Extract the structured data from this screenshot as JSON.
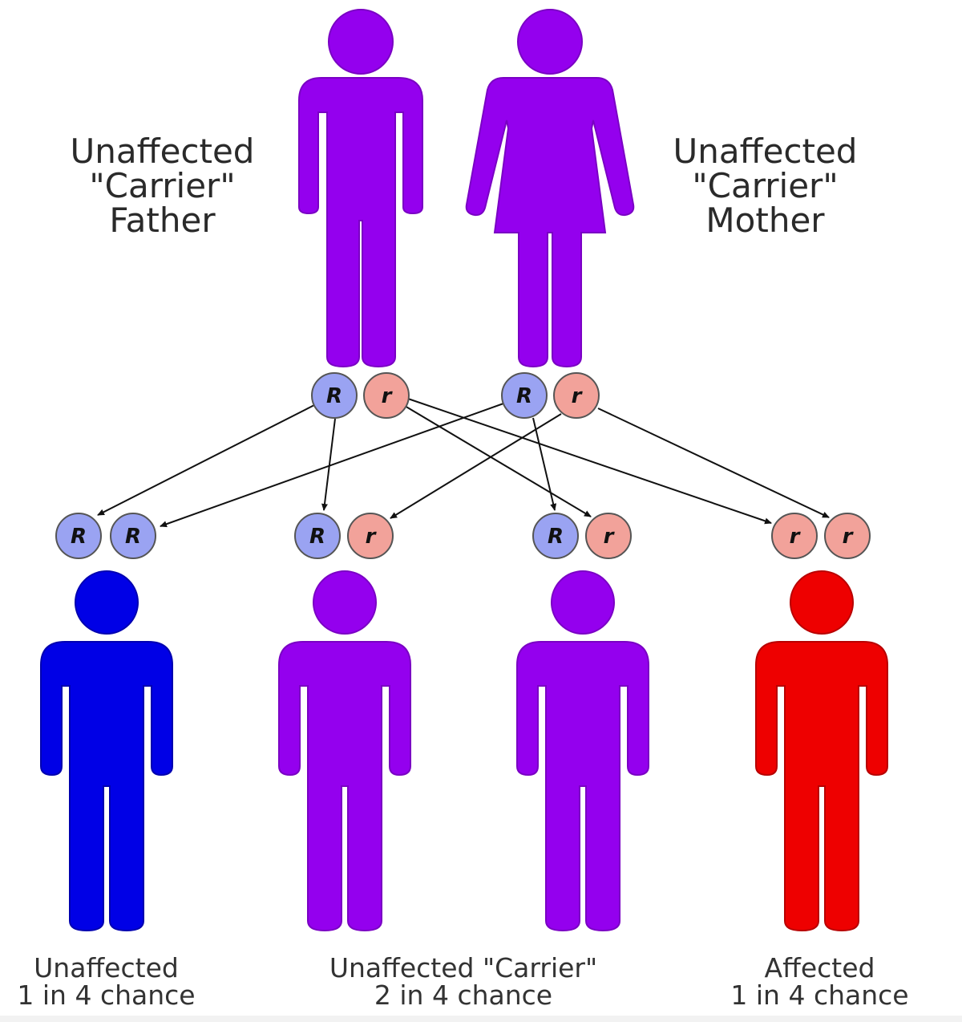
{
  "colors": {
    "carrier": "#9400ee",
    "carrier_stroke": "#7a00c4",
    "unaffected": "#0000e6",
    "unaffected_stroke": "#0000b0",
    "affected": "#ee0000",
    "affected_stroke": "#b80000",
    "dominant_allele": "#9aa3f2",
    "recessive_allele": "#f2a29a",
    "allele_stroke": "#555555"
  },
  "parents": {
    "father": {
      "lines": [
        "Unaffected",
        "\"Carrier\"",
        "Father"
      ],
      "alleles": [
        "R",
        "r"
      ]
    },
    "mother": {
      "lines": [
        "Unaffected",
        "\"Carrier\"",
        "Mother"
      ],
      "alleles": [
        "R",
        "r"
      ]
    }
  },
  "children": [
    {
      "alleles": [
        "R",
        "R"
      ],
      "status": "unaffected"
    },
    {
      "alleles": [
        "R",
        "r"
      ],
      "status": "carrier"
    },
    {
      "alleles": [
        "R",
        "r"
      ],
      "status": "carrier"
    },
    {
      "alleles": [
        "r",
        "r"
      ],
      "status": "affected"
    }
  ],
  "outcomes": [
    {
      "title": "Unaffected",
      "chance": "1 in 4 chance"
    },
    {
      "title": "Unaffected \"Carrier\"",
      "chance": "2 in 4 chance"
    },
    {
      "title": "Affected",
      "chance": "1 in 4 chance"
    }
  ]
}
